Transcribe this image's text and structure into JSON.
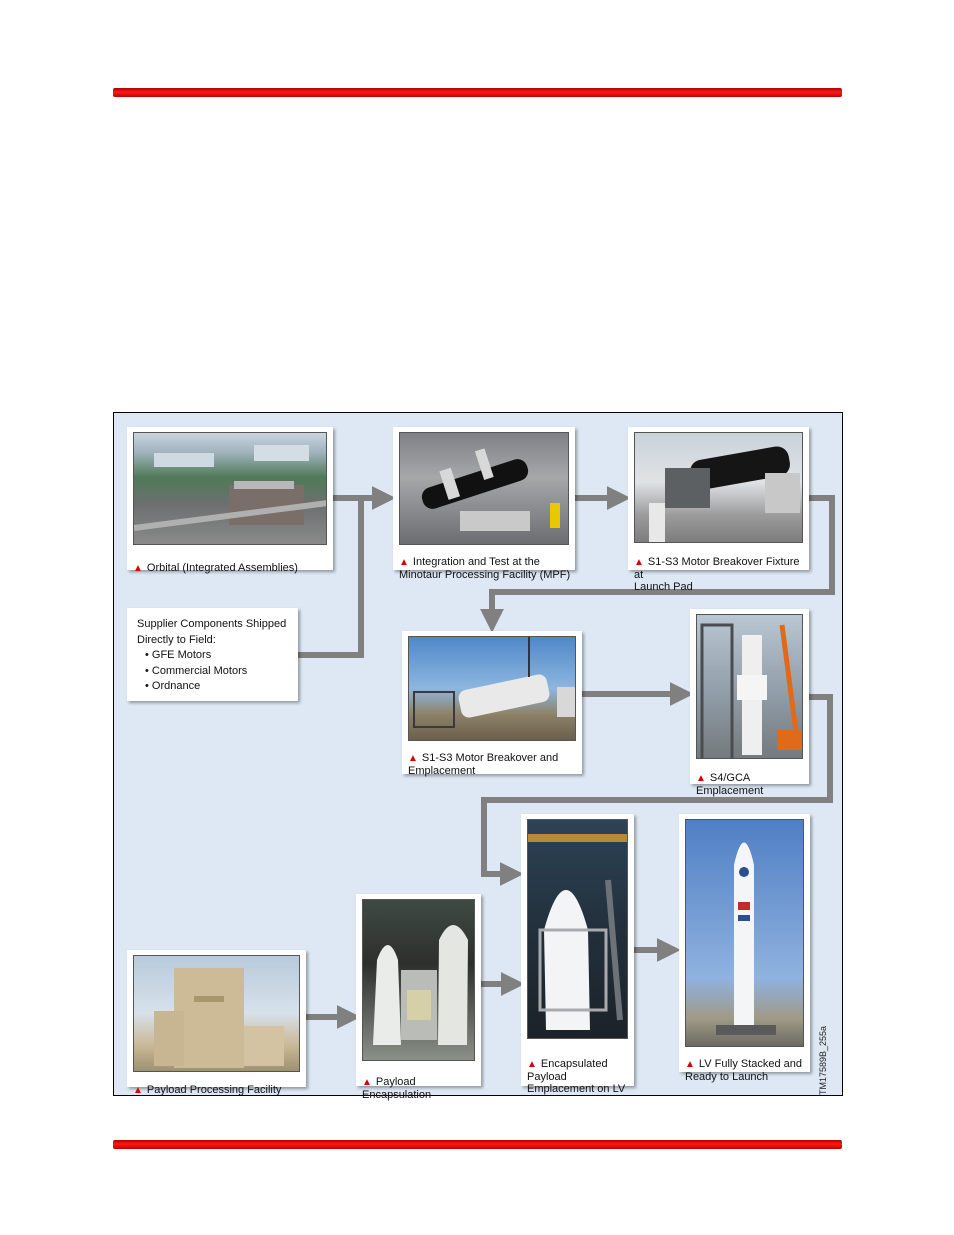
{
  "colors": {
    "rule": "#e00000",
    "panel": "#dde8f4",
    "arrow": "#808080",
    "triangle": "#d80000"
  },
  "steps": {
    "orbital": "Orbital (Integrated Assemblies)",
    "integration": "Integration and Test at the\nMinotaur Processing Facility (MPF)",
    "breakover_fixture": "S1-S3 Motor Breakover Fixture at\nLaunch Pad",
    "breakover_emplacement": "S1-S3 Motor Breakover and\nEmplacement",
    "s4_gca": "S4/GCA\nEmplacement",
    "payload_facility": "Payload Processing Facility",
    "payload_encapsulation": "Payload Encapsulation",
    "encapsulated_payload": "Encapsulated\nPayload\nEmplacement on LV",
    "lv_stacked": "LV Fully Stacked and\nReady to Launch"
  },
  "supplier": {
    "title_line1": "Supplier Components Shipped",
    "title_line2": "Directly to Field:",
    "items": [
      "• GFE Motors",
      "• Commercial Motors",
      "• Ordnance"
    ]
  },
  "figure_id": "TM17589B_255a",
  "icons": {
    "triangle": "▲"
  }
}
